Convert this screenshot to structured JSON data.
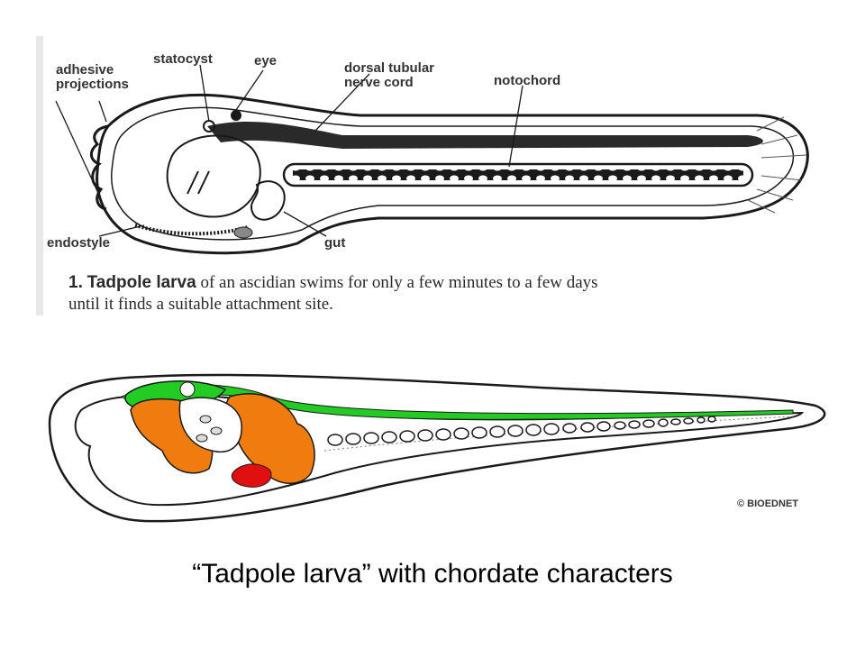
{
  "top_figure": {
    "labels": {
      "adhesive_line1": "adhesive",
      "adhesive_line2": "projections",
      "statocyst": "statocyst",
      "eye": "eye",
      "nerve_line1": "dorsal tubular",
      "nerve_line2": "nerve cord",
      "notochord": "notochord",
      "endostyle": "endostyle",
      "gut": "gut"
    },
    "caption": {
      "number": "1.",
      "term": "Tadpole larva",
      "text_line1": "of an ascidian swims for only a few minutes to a few days",
      "text_line2": "until it finds a suitable attachment site."
    }
  },
  "bottom_figure": {
    "credit": "© BIOEDNET",
    "colors": {
      "nerve_cord": "#22cc22",
      "organs": "#f07c10",
      "heart": "#e01010",
      "outline": "#1a1a1a"
    }
  },
  "slide": {
    "title": "“Tadpole larva”  with chordate characters"
  }
}
